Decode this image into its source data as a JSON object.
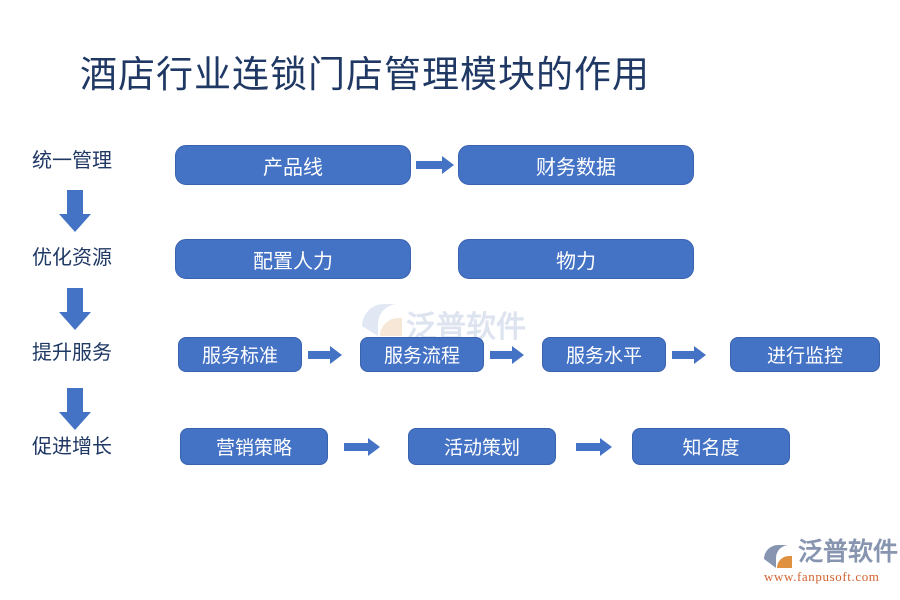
{
  "title": "酒店行业连锁门店管理模块的作用",
  "colors": {
    "title_text": "#1f3864",
    "box_fill": "#4472c4",
    "box_border": "#3a63ad",
    "box_text": "#ffffff",
    "arrow": "#4472c4",
    "background": "#ffffff",
    "brand_text": "#8795b0",
    "brand_url": "#d2622f"
  },
  "rows": [
    {
      "label": "统一管理",
      "boxes": [
        "产品线",
        "财务数据"
      ],
      "arrows": 1
    },
    {
      "label": "优化资源",
      "boxes": [
        "配置人力",
        "物力"
      ],
      "arrows": 0
    },
    {
      "label": "提升服务",
      "boxes": [
        "服务标准",
        "服务流程",
        "服务水平",
        "进行监控"
      ],
      "arrows": 3
    },
    {
      "label": "促进增长",
      "boxes": [
        "营销策略",
        "活动策划",
        "知名度"
      ],
      "arrows": 2
    }
  ],
  "flow_arrows": {
    "vertical_count": 3,
    "horizontal_count": 6,
    "direction_vertical": "down",
    "direction_horizontal": "right"
  },
  "watermark": {
    "text": "泛普软件"
  },
  "brand": {
    "name": "泛普软件",
    "url": "www.fanpusoft.com"
  }
}
